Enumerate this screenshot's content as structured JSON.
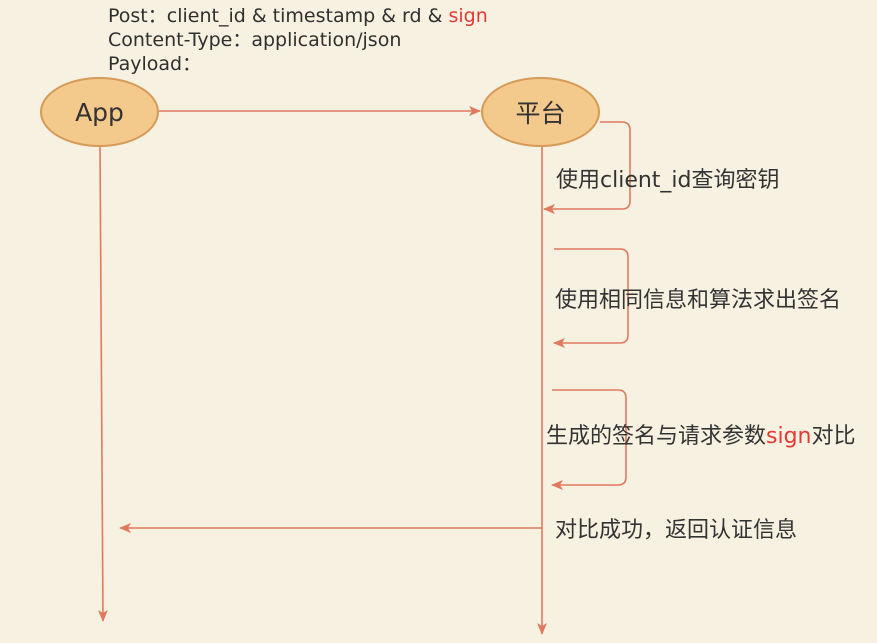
{
  "header": {
    "post_prefix": "Post：client_id & timestamp & rd & ",
    "post_sign": "sign",
    "content_type": "Content-Type：application/json",
    "payload": "Payload："
  },
  "nodes": {
    "app": "App",
    "platform": "平台"
  },
  "steps": {
    "step1": "使用client_id查询密钥",
    "step2": "使用相同信息和算法求出签名",
    "step3_prefix": "生成的签名与请求参数",
    "step3_sign": "sign",
    "step3_suffix": "对比",
    "step4": "对比成功，返回认证信息"
  },
  "colors": {
    "arrow": "#e07a5f",
    "node_fill": "#f3c98c",
    "highlight": "#e53935",
    "background": "#f6f1e0"
  }
}
